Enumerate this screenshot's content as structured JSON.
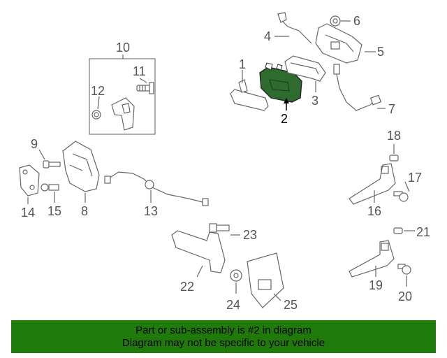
{
  "diagram": {
    "highlight_color": "#2e6b2e",
    "labels": {
      "p1": "1",
      "p2": "2",
      "p3": "3",
      "p4": "4",
      "p5": "5",
      "p6": "6",
      "p7": "7",
      "p8": "8",
      "p9": "9",
      "p10": "10",
      "p11": "11",
      "p12": "12",
      "p13": "13",
      "p14": "14",
      "p15": "15",
      "p16": "16",
      "p17": "17",
      "p18": "18",
      "p19": "19",
      "p20": "20",
      "p21": "21",
      "p22": "22",
      "p23": "23",
      "p24": "24",
      "p25": "25"
    }
  },
  "banner": {
    "background": "#1f7a0a",
    "line1": "Part or sub-assembly is #2 in diagram",
    "line2": "Diagram may not be specific to your vehicle"
  }
}
